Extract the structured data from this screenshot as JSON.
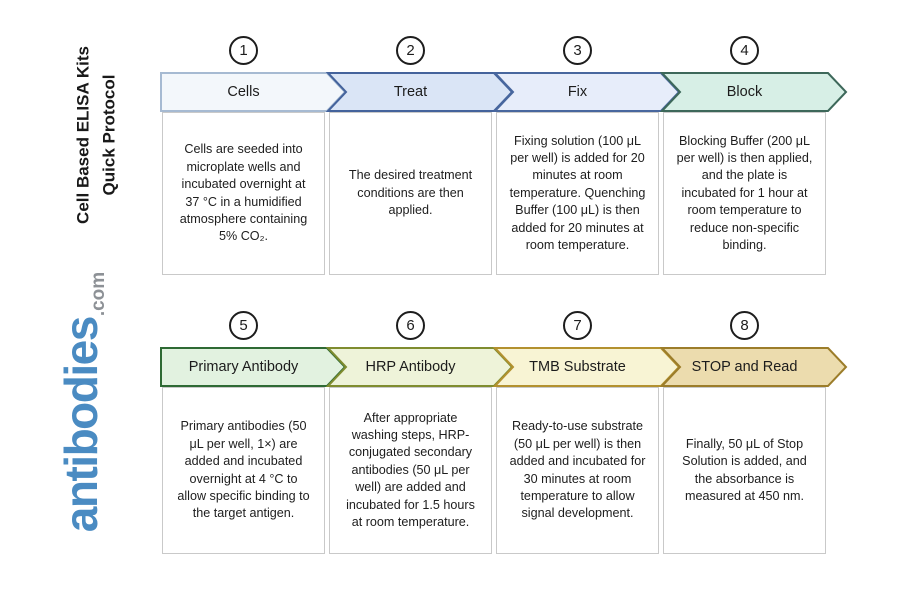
{
  "sidebar": {
    "title_line1": "Cell Based ELISA Kits",
    "title_line2": "Quick Protocol",
    "logo_text": "antibodies",
    "logo_suffix": ".com",
    "logo_color": "#4a8bc2",
    "logo_suffix_color": "#8d9196"
  },
  "steps": [
    {
      "number": "1",
      "label": "Cells",
      "description": "Cells are seeded into microplate wells and incubated overnight at 37 °C in a humidified atmosphere containing 5% CO₂.",
      "fill": "#f3f7fb",
      "stroke": "#a6bad2"
    },
    {
      "number": "2",
      "label": "Treat",
      "description": "The desired treatment conditions are then applied.",
      "fill": "#dae5f6",
      "stroke": "#44639c"
    },
    {
      "number": "3",
      "label": "Fix",
      "description": "Fixing solution (100 μL per well) is added for 20 minutes at room temperature. Quenching Buffer (100 μL) is then added for 20 minutes at room temperature.",
      "fill": "#e7edfa",
      "stroke": "#48679e"
    },
    {
      "number": "4",
      "label": "Block",
      "description": "Blocking Buffer (200 μL per well) is then applied, and the plate is incubated for 1 hour at room temperature to reduce non-specific binding.",
      "fill": "#d7efe6",
      "stroke": "#3d685a"
    },
    {
      "number": "5",
      "label": "Primary Antibody",
      "description": "Primary antibodies (50 μL per well, 1×) are added and incubated overnight at 4 °C to allow specific binding to the target antigen.",
      "fill": "#e2f2e0",
      "stroke": "#2e6a34"
    },
    {
      "number": "6",
      "label": "HRP Antibody",
      "description": "After appropriate washing steps, HRP-conjugated secondary antibodies (50 μL per well) are added and incubated for 1.5 hours at room temperature.",
      "fill": "#eef3d9",
      "stroke": "#7f8c2f"
    },
    {
      "number": "7",
      "label": "TMB Substrate",
      "description": "Ready-to-use substrate (50 μL per well) is then added and incubated for 30 minutes at room temperature to allow signal development.",
      "fill": "#f8f4d4",
      "stroke": "#b3912f"
    },
    {
      "number": "8",
      "label": "STOP and Read",
      "description": "Finally, 50 μL of Stop Solution is added, and the absorbance is measured at 450 nm.",
      "fill": "#ecdcae",
      "stroke": "#9c7d2a"
    }
  ]
}
